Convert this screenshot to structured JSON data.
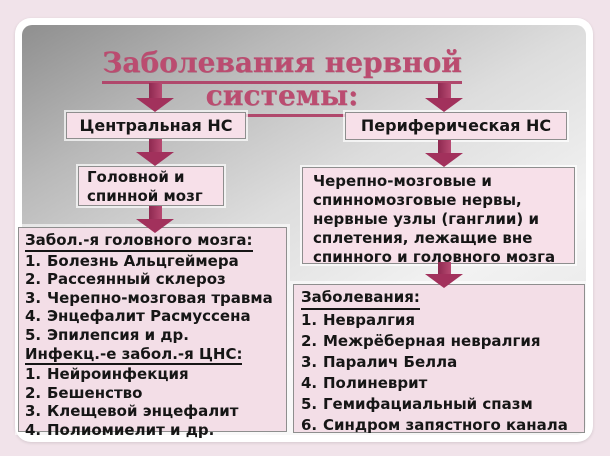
{
  "title": "Заболевания нервной системы:",
  "central": {
    "label": "Центральная НС",
    "organ_line1": "Головной и",
    "organ_line2": "спинной мозг",
    "list": {
      "header1": "Забол.-я головного мозга:",
      "items1": [
        {
          "num": "1.",
          "label": "Болезнь Альцгеймера"
        },
        {
          "num": "2.",
          "label": "Рассеянный склероз"
        },
        {
          "num": "3.",
          "label": "Черепно-мозговая травма"
        },
        {
          "num": "4.",
          "label": "Энцефалит Расмуссена"
        },
        {
          "num": "5.",
          "label": "Эпилепсия и др."
        }
      ],
      "header2": "Инфекц.-е забол.-я ЦНС:",
      "items2": [
        {
          "num": "1.",
          "label": "Нейроинфекция"
        },
        {
          "num": "2.",
          "label": "Бешенство"
        },
        {
          "num": "3.",
          "label": "Клещевой энцефалит"
        },
        {
          "num": "4.",
          "label": "Полиомиелит и др."
        }
      ]
    }
  },
  "peripheral": {
    "label": "Периферическая НС",
    "description_lines": [
      "Черепно-мозговые и",
      "спинномозговые нервы,",
      "нервные узлы (ганглии) и",
      "сплетения, лежащие вне",
      "спинного и головного мозга"
    ],
    "list": {
      "header": "Заболевания:",
      "items": [
        {
          "num": "1.",
          "label": "Невралгия"
        },
        {
          "num": "2.",
          "label": "Межрёберная невралгия"
        },
        {
          "num": "3.",
          "label": "Паралич Белла"
        },
        {
          "num": "4.",
          "label": "Полиневрит"
        },
        {
          "num": "5.",
          "label": "Гемифациальный спазм"
        },
        {
          "num": "6.",
          "label": "Синдром запястного канала"
        }
      ]
    }
  },
  "colors": {
    "page_bg": "#f1e3ea",
    "frame": "#ffffff",
    "panel_gray_start": "#8f8f8f",
    "panel_gray_end": "#e2e2e2",
    "box_fill": "#f7e0e9",
    "list_fill": "#f3dee7",
    "box_border": "#8e8e8e",
    "arrow": "#a2315c",
    "title_color": "#bb4c70",
    "text_color": "#161616"
  }
}
